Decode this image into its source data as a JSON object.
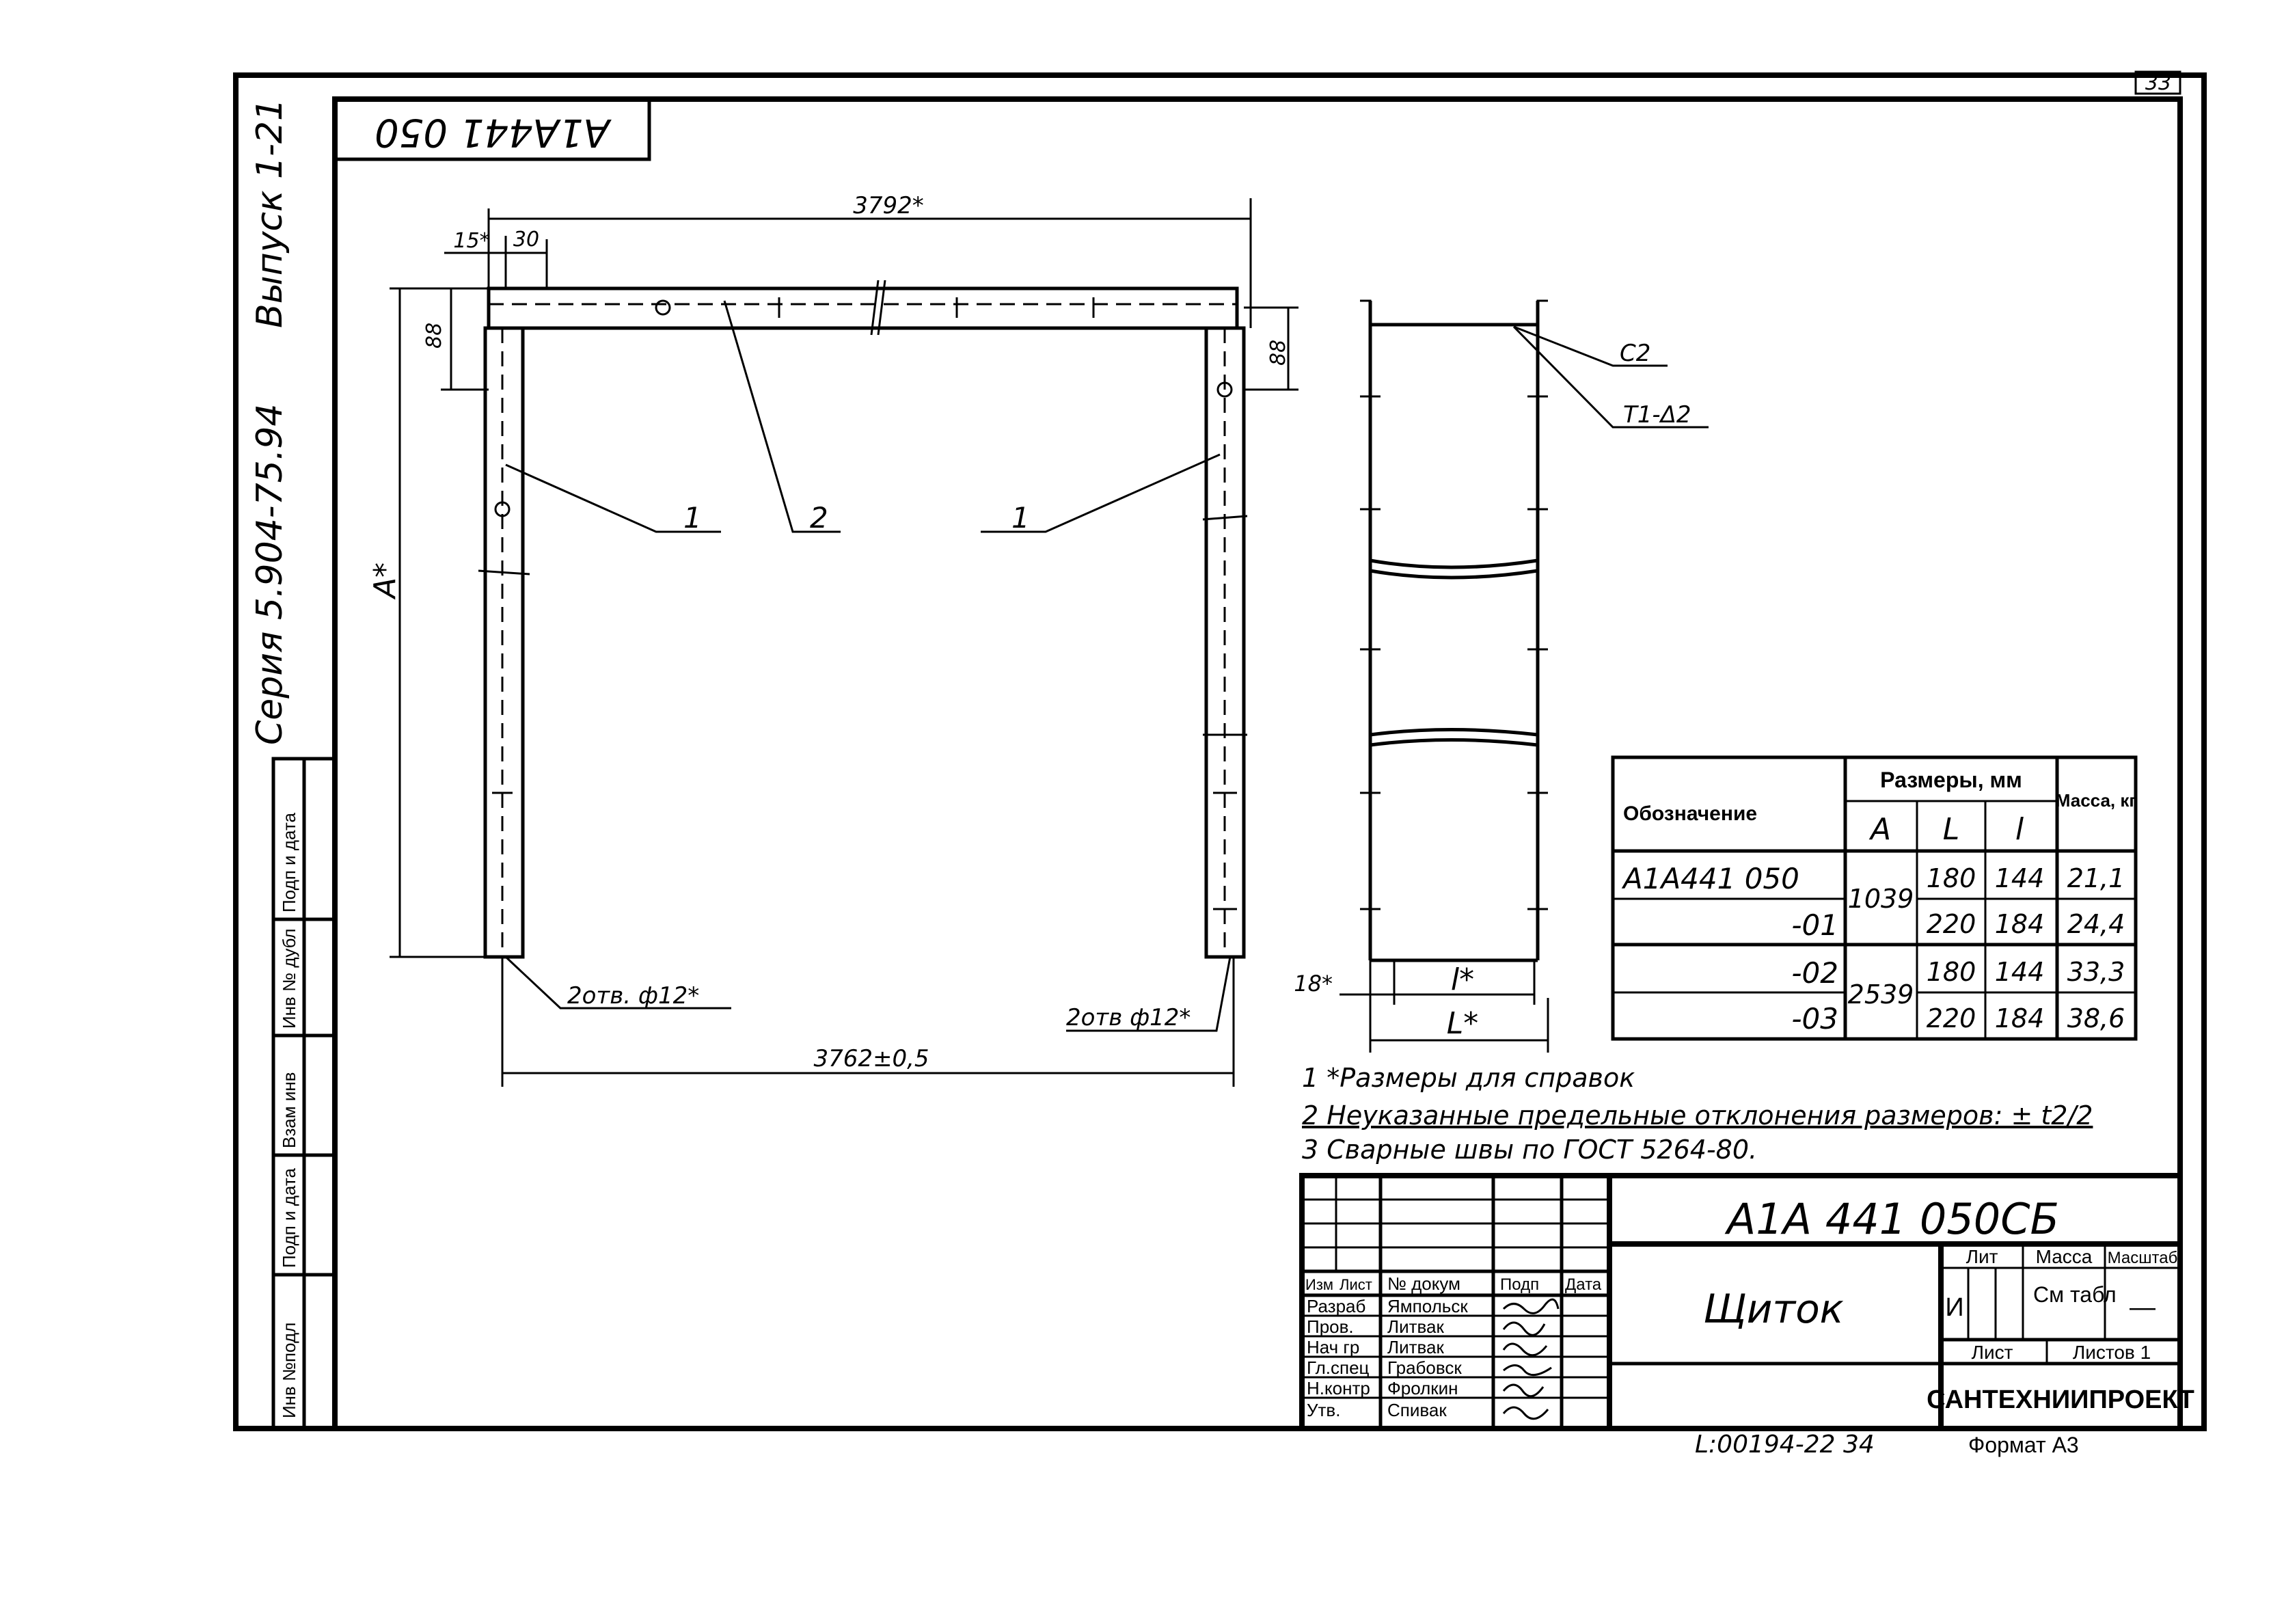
{
  "sheet": {
    "page_number": "33",
    "stamp_code": "А1А441 050",
    "series": "Серия 5.904-75.94",
    "issue": "Выпуск 1-21"
  },
  "front_view": {
    "dim_width": "3792*",
    "dim_15": "15*",
    "dim_30": "30",
    "dim_88_left": "88",
    "dim_88_right": "88",
    "dim_A": "A*",
    "hole_left": "2отв. ф12*",
    "hole_right": "2отв ф12*",
    "dim_bottom": "3762±0,5",
    "pos_1_left": "1",
    "pos_2": "2",
    "pos_1_right": "1"
  },
  "side_view": {
    "weld_c2": "С2",
    "weld_t1": "Т1-Δ2",
    "dim_18": "18*",
    "dim_l": "l*",
    "dim_L": "L*"
  },
  "table": {
    "col_designation": "Обозначение",
    "col_sizes": "Размеры, мм",
    "col_A": "A",
    "col_L": "L",
    "col_l": "l",
    "col_mass": "Масса, кг",
    "rows": [
      {
        "code": "А1А441 050",
        "A": "1039",
        "L": "180",
        "l": "144",
        "mass": "21,1"
      },
      {
        "code": "-01",
        "A": "",
        "L": "220",
        "l": "184",
        "mass": "24,4"
      },
      {
        "code": "-02",
        "A": "2539",
        "L": "180",
        "l": "144",
        "mass": "33,3"
      },
      {
        "code": "-03",
        "A": "",
        "L": "220",
        "l": "184",
        "mass": "38,6"
      }
    ]
  },
  "notes": {
    "n1": "1 *Размеры для справок",
    "n2": "2 Неуказанные предельные отклонения размеров: ± t2/2",
    "n3": "3 Сварные швы по ГОСТ 5264-80."
  },
  "title_block": {
    "doc_code": "А1А 441 050СБ",
    "name": "Щиток",
    "lit_header": "Лит",
    "mass_header": "Масса",
    "scale_header": "Масштаб",
    "lit_value": "И",
    "mass_value": "См табл",
    "scale_value": "—",
    "sheet_label": "Лист",
    "sheets_label": "Листов 1",
    "org": "САНТЕХНИИПРОЕКТ",
    "col_izm": "Изм",
    "col_list": "Лист",
    "col_doc": "№ докум",
    "col_podp": "Подп",
    "col_date": "Дата",
    "roles": [
      {
        "role": "Разраб",
        "name": "Ямпольск"
      },
      {
        "role": "Пров.",
        "name": "Литвак"
      },
      {
        "role": "Нач гр",
        "name": "Литвак"
      },
      {
        "role": "Гл.спец",
        "name": "Грабовск"
      },
      {
        "role": "Н.контр",
        "name": "Фролкин"
      },
      {
        "role": "Утв.",
        "name": "Спивак"
      }
    ]
  },
  "bottom": {
    "code": "L:00194-22 34",
    "format": "Формат А3"
  },
  "side_strip": {
    "inv_podl": "Инв №подл",
    "podp_data1": "Подп и дата",
    "vzam": "Взам инв",
    "inv_dubl": "Инв № дубл",
    "podp_data2": "Подп и дата"
  }
}
